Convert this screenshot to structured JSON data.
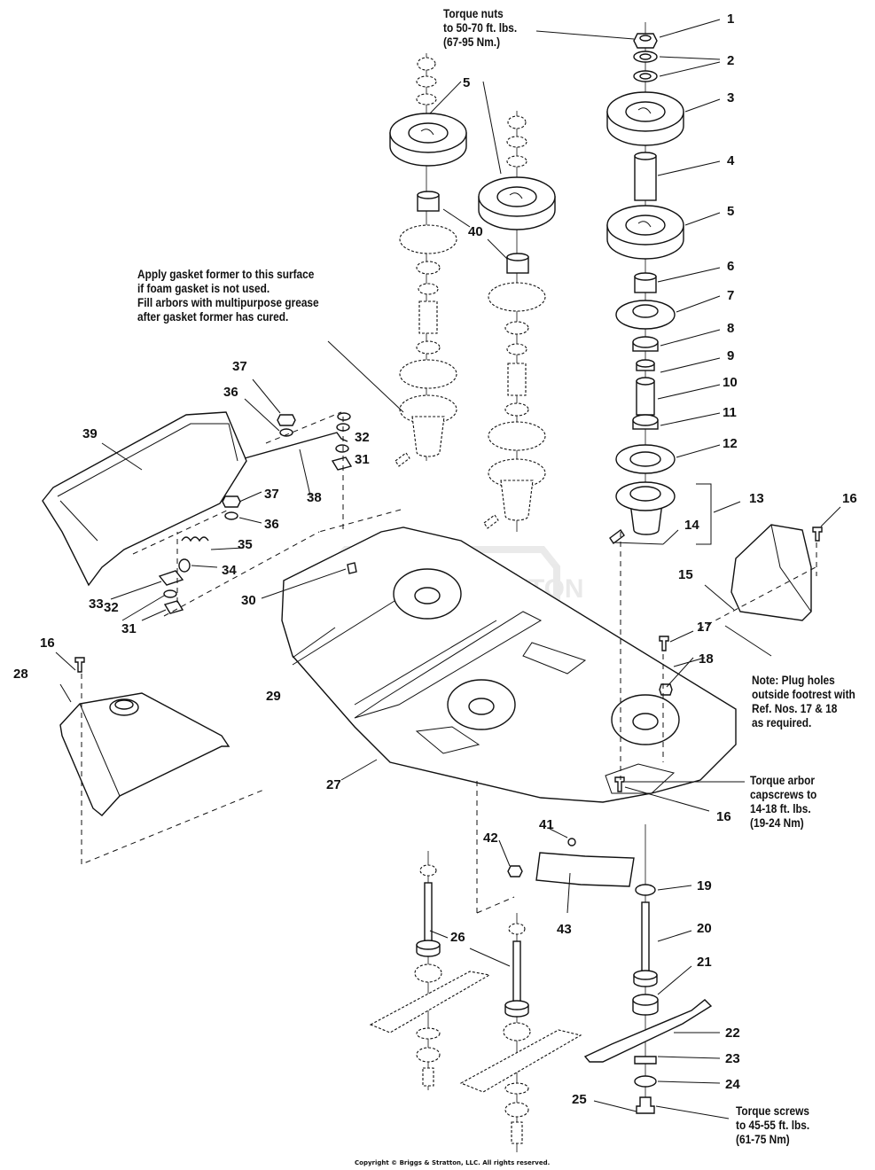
{
  "diagram": {
    "title": "Mower deck exploded parts diagram",
    "watermark": "BRIGGS & STRATTON",
    "copyright": "Copyright © Briggs & Stratton, LLC. All rights reserved.",
    "notes": {
      "torque_nuts": "Torque nuts\nto 50-70 ft. lbs.\n(67-95 Nm.)",
      "gasket": "Apply gasket former to this surface\nif foam gasket is not used.\nFill arbors with multipurpose grease\nafter gasket former has cured.",
      "plug_holes": "Note: Plug holes\noutside footrest with\nRef. Nos. 17 & 18\nas required.",
      "torque_arbor": "Torque arbor\ncapscrews to\n14-18 ft. lbs.\n(19-24 Nm)",
      "torque_screws": "Torque screws\nto 45-55 ft. lbs.\n(61-75 Nm)"
    },
    "callouts": {
      "c1": "1",
      "c2": "2",
      "c3": "3",
      "c4": "4",
      "c5a": "5",
      "c5b": "5",
      "c6": "6",
      "c7": "7",
      "c8": "8",
      "c9": "9",
      "c10": "10",
      "c11": "11",
      "c12": "12",
      "c13": "13",
      "c14": "14",
      "c15": "15",
      "c16a": "16",
      "c16b": "16",
      "c16c": "16",
      "c17": "17",
      "c18": "18",
      "c19": "19",
      "c20": "20",
      "c21": "21",
      "c22": "22",
      "c23": "23",
      "c24": "24",
      "c25": "25",
      "c26": "26",
      "c27": "27",
      "c28": "28",
      "c29": "29",
      "c30": "30",
      "c31a": "31",
      "c31b": "31",
      "c32a": "32",
      "c32b": "32",
      "c33": "33",
      "c34": "34",
      "c35": "35",
      "c36a": "36",
      "c36b": "36",
      "c37a": "37",
      "c37b": "37",
      "c38": "38",
      "c39": "39",
      "c40": "40",
      "c41": "41",
      "c42": "42",
      "c43": "43"
    }
  }
}
